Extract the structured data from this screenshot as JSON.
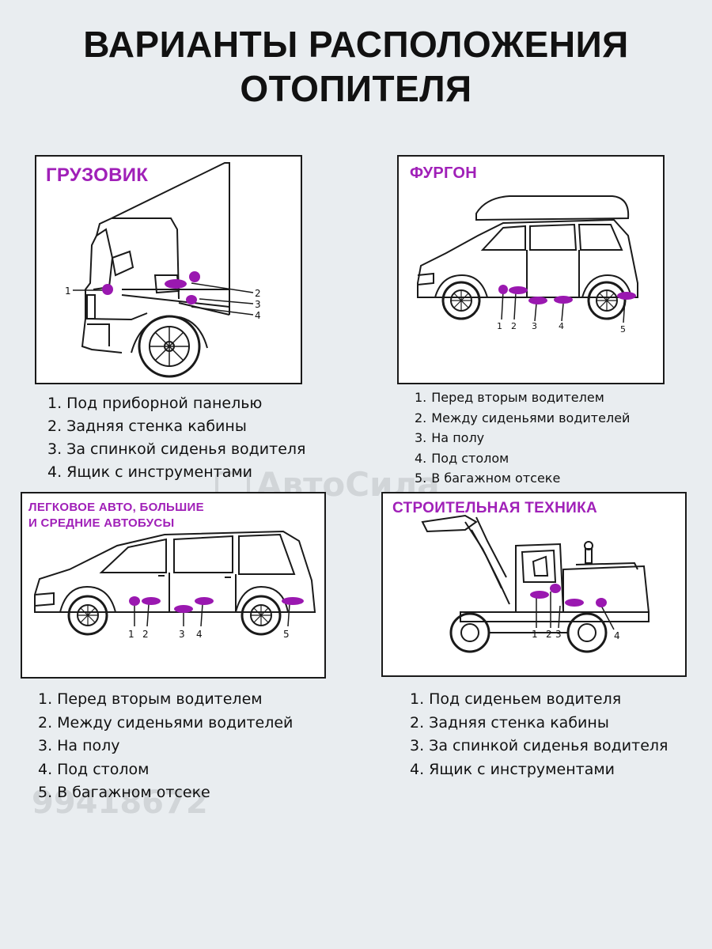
{
  "title": {
    "line1": "ВАРИАНТЫ РАСПОЛОЖЕНИЯ",
    "line2": "ОТОПИТЕЛЯ"
  },
  "accent_color": "#a020b8",
  "marker_color": "#9a18b0",
  "watermarks": {
    "code_top": "99418672",
    "code_bottom": "99418672",
    "brand": "АвтоСила"
  },
  "panels": {
    "truck": {
      "title": "ГРУЗОВИК",
      "callouts": [
        "1",
        "2",
        "3",
        "4"
      ],
      "items": [
        {
          "num": "1.",
          "text": "Под приборной панелью"
        },
        {
          "num": "2.",
          "text": "Задняя стенка кабины"
        },
        {
          "num": "3.",
          "text": "За спинкой сиденья водителя"
        },
        {
          "num": "4.",
          "text": "Ящик с инструментами"
        }
      ]
    },
    "van": {
      "title": "ФУРГОН",
      "callouts": [
        "1",
        "2",
        "3",
        "4",
        "5"
      ],
      "items": [
        {
          "num": "1.",
          "text": "Перед вторым водителем"
        },
        {
          "num": "2.",
          "text": "Между сиденьями водителей"
        },
        {
          "num": "3.",
          "text": "На полу"
        },
        {
          "num": "4.",
          "text": "Под столом"
        },
        {
          "num": "5.",
          "text": "В багажном отсеке"
        }
      ]
    },
    "car": {
      "title_line1": "ЛЕГКОВОЕ АВТО, БОЛЬШИЕ",
      "title_line2": "И СРЕДНИЕ АВТОБУСЫ",
      "callouts": [
        "1",
        "2",
        "3",
        "4",
        "5"
      ],
      "items": [
        {
          "num": "1.",
          "text": "Перед вторым водителем"
        },
        {
          "num": "2.",
          "text": "Между сиденьями водителей"
        },
        {
          "num": "3.",
          "text": "На полу"
        },
        {
          "num": "4.",
          "text": "Под столом"
        },
        {
          "num": "5.",
          "text": "В багажном отсеке"
        }
      ]
    },
    "machinery": {
      "title": "СТРОИТЕЛЬНАЯ ТЕХНИКА",
      "callouts": [
        "1",
        "2",
        "3",
        "4"
      ],
      "items": [
        {
          "num": "1.",
          "text": "Под сиденьем водителя"
        },
        {
          "num": "2.",
          "text": "Задняя стенка кабины"
        },
        {
          "num": "3.",
          "text": "За спинкой сиденья водителя"
        },
        {
          "num": "4.",
          "text": "Ящик с инструментами"
        }
      ]
    }
  }
}
